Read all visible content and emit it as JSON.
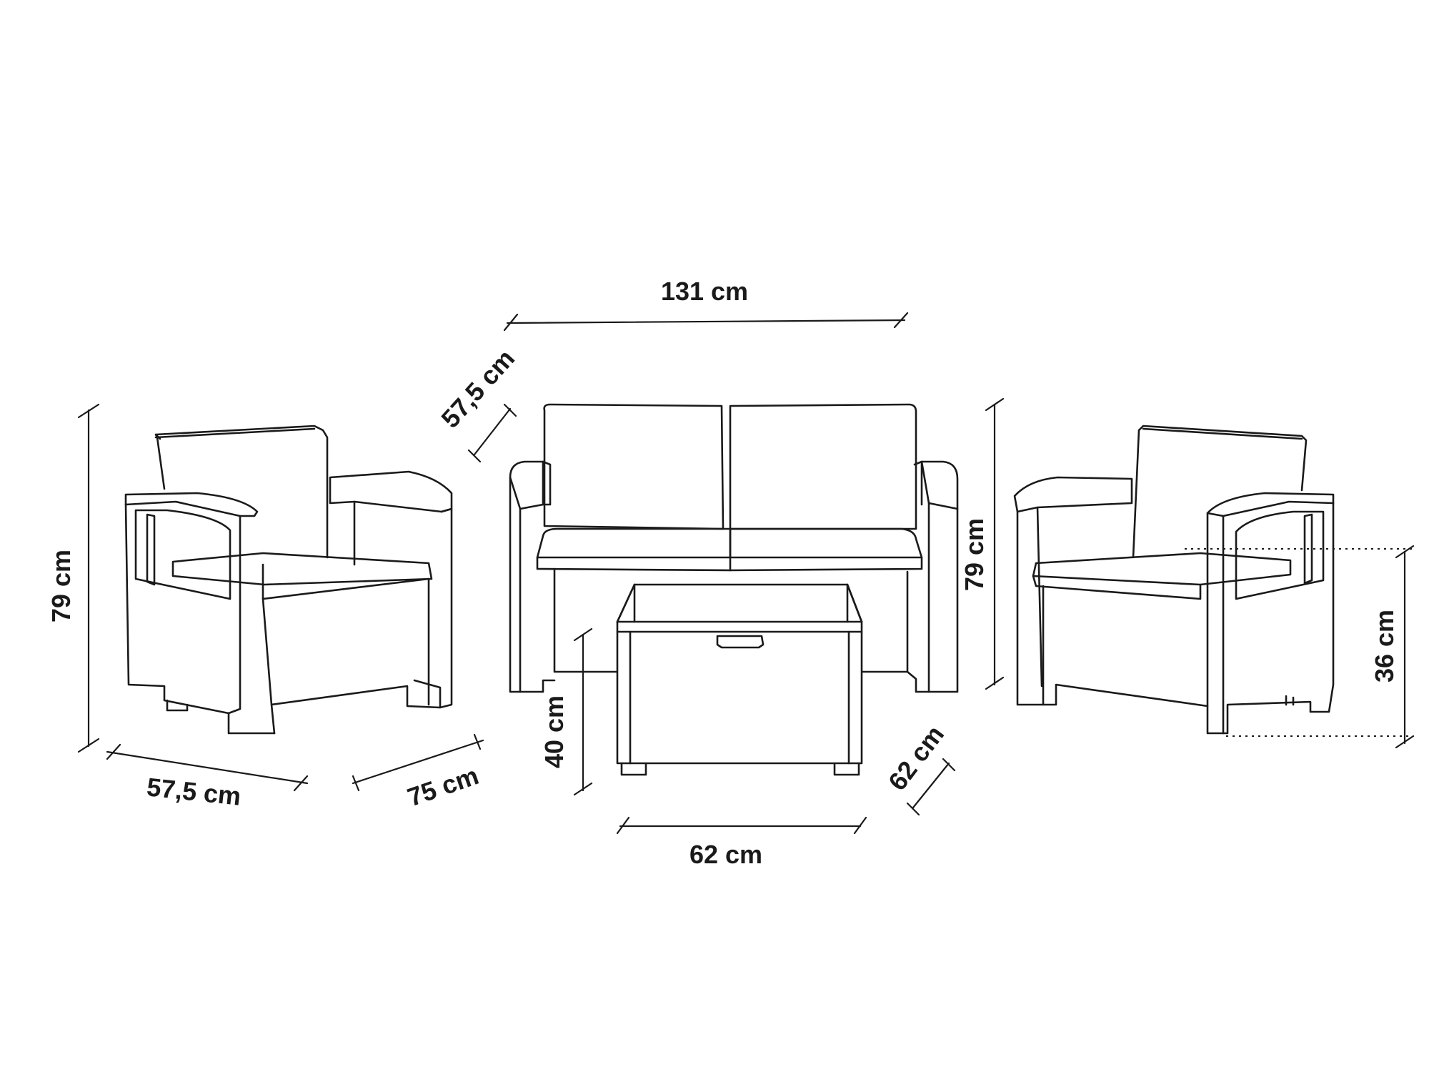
{
  "dimensions": {
    "armchair_left": {
      "height": "79 cm",
      "width": "57,5 cm",
      "depth": "75 cm"
    },
    "sofa": {
      "width": "131 cm",
      "depth": "57,5 cm",
      "height": "79 cm"
    },
    "table": {
      "height": "40 cm",
      "width": "62 cm",
      "depth": "62 cm"
    },
    "armchair_right": {
      "seat_height": "36 cm"
    }
  },
  "colors": {
    "line": "#1a1a1a",
    "background": "#ffffff"
  }
}
